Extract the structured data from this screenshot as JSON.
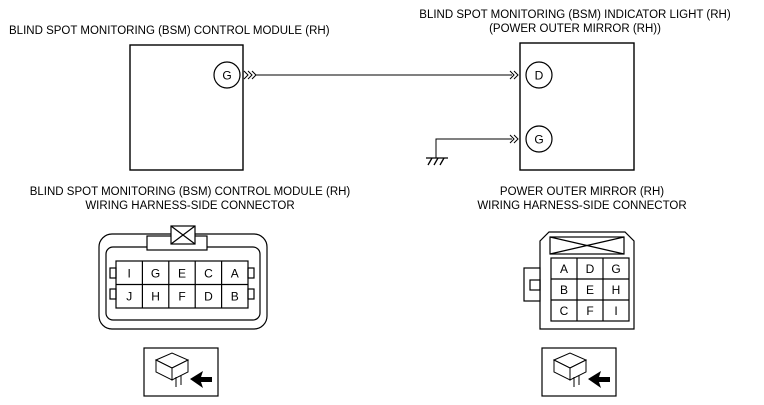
{
  "labels": {
    "module_title": "BLIND SPOT MONITORING (BSM) CONTROL MODULE (RH)",
    "indicator_title_line1": "BLIND SPOT MONITORING (BSM) INDICATOR LIGHT (RH)",
    "indicator_title_line2": "(POWER OUTER MIRROR (RH))",
    "module_connector_line1": "BLIND SPOT MONITORING (BSM) CONTROL MODULE (RH)",
    "module_connector_line2": "WIRING HARNESS-SIDE CONNECTOR",
    "mirror_connector_line1": "POWER OUTER MIRROR (RH)",
    "mirror_connector_line2": "WIRING HARNESS-SIDE CONNECTOR"
  },
  "module_box": {
    "terminal": "G"
  },
  "indicator_box": {
    "terminals": [
      "D",
      "G"
    ]
  },
  "module_connector": {
    "rows": [
      [
        "I",
        "G",
        "E",
        "C",
        "A"
      ],
      [
        "J",
        "H",
        "F",
        "D",
        "B"
      ]
    ]
  },
  "mirror_connector": {
    "rows": [
      [
        "A",
        "D",
        "G"
      ],
      [
        "B",
        "E",
        "H"
      ],
      [
        "C",
        "F",
        "I"
      ]
    ]
  }
}
